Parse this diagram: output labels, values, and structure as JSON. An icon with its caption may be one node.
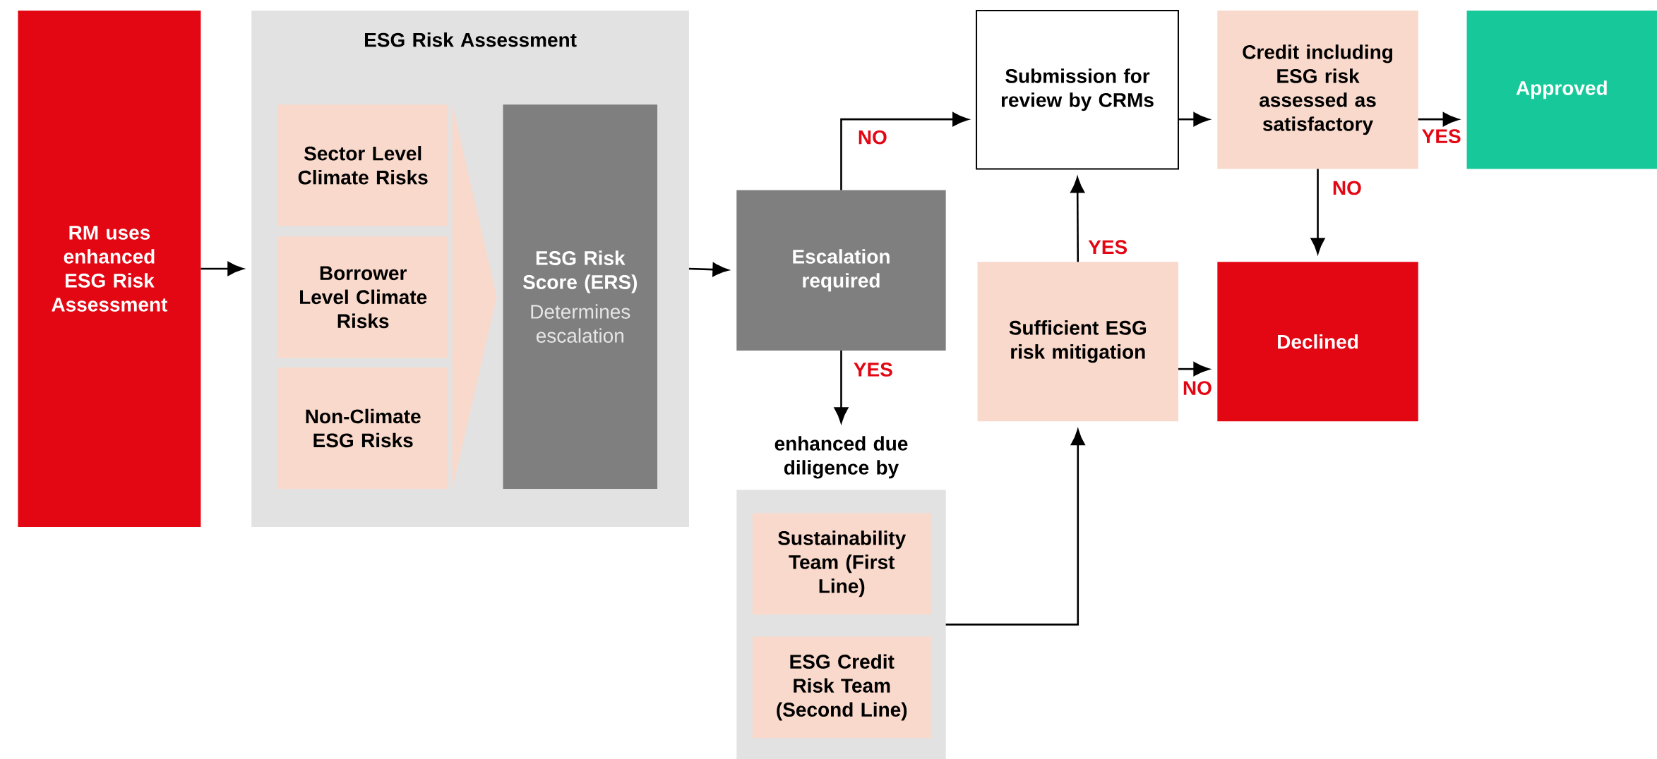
{
  "diagram": {
    "nodes": [
      {
        "text": [
          "RM uses enhanced ESG Risk Assessment"
        ]
      },
      {
        "text": [
          "ESG Risk Assessment"
        ]
      },
      {
        "text": [
          "Sector Level Climate Risks"
        ],
        "in": 1
      },
      {
        "text": [
          "Borrower Level Climate Risks"
        ],
        "in": 1
      },
      {
        "text": [
          "Non-Climate ESG Risks"
        ],
        "in": 1
      },
      {
        "text": [
          "ESG Risk Score (ERS)",
          "Determines escalation"
        ],
        "in": 1
      },
      {
        "text": [
          "Escalation required"
        ]
      },
      {
        "text": [
          "enhanced due diligence by"
        ]
      },
      {
        "text": [
          "Sustainability Team (First Line)"
        ],
        "in": 7
      },
      {
        "text": [
          "ESG Credit Risk Team (Second Line)"
        ],
        "in": 7
      },
      {
        "text": [
          "Submission for review by CRMs"
        ]
      },
      {
        "text": [
          "Sufficient ESG risk mitigation"
        ]
      },
      {
        "text": [
          "Credit including ESG risk assessed as satisfactory"
        ]
      },
      {
        "text": [
          "Approved"
        ]
      },
      {
        "text": [
          "Declined"
        ]
      },
      {
        "text": [],
        "shape": "chevron",
        "in": 1
      }
    ],
    "edges": [
      {
        "from": 0,
        "to": 1,
        "arrow": "to"
      },
      {
        "from": 1,
        "to": 6,
        "arrow": "to"
      },
      {
        "from": 6,
        "to": 10,
        "arrow": "to",
        "label": "NO"
      },
      {
        "from": 6,
        "to": 7,
        "arrow": "to",
        "label": "YES"
      },
      {
        "from": 7,
        "to": 11,
        "arrow": "to"
      },
      {
        "from": 11,
        "to": 10,
        "arrow": "to",
        "label": "YES"
      },
      {
        "from": 11,
        "to": 14,
        "arrow": "to",
        "label": "NO"
      },
      {
        "from": 10,
        "to": 12,
        "arrow": "to"
      },
      {
        "from": 12,
        "to": 13,
        "arrow": "to",
        "label": "YES"
      },
      {
        "from": 12,
        "to": 14,
        "arrow": "to",
        "label": "NO"
      }
    ]
  }
}
